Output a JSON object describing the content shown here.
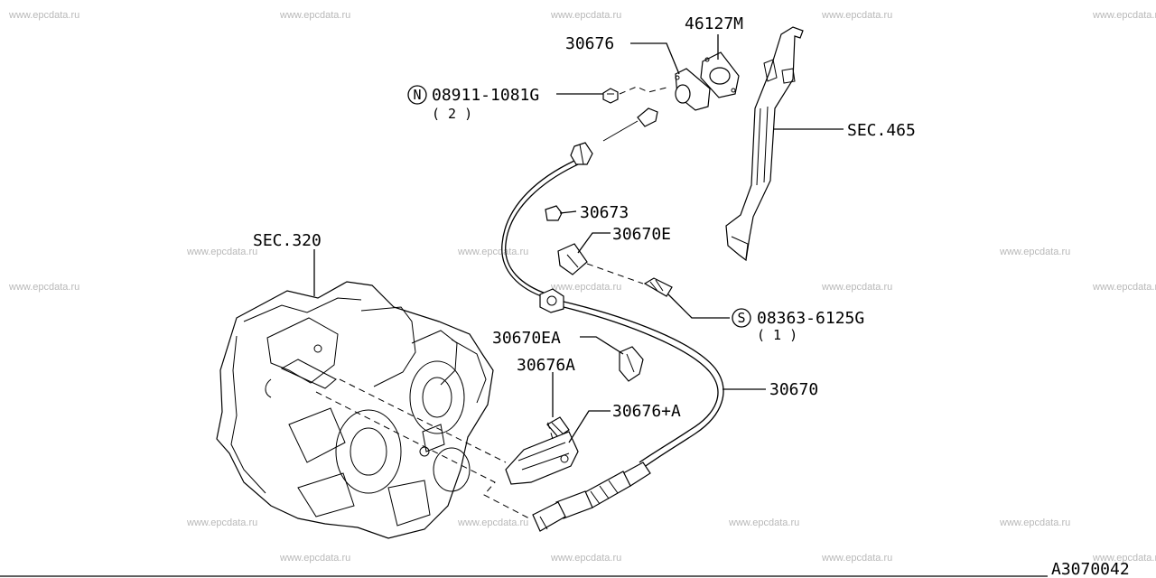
{
  "watermark_text": "www.epcdata.ru",
  "diagram_code": "A3070042",
  "labels": {
    "p46127M": "46127M",
    "p30676": "30676",
    "p08911": "08911-1081G",
    "p08911_qty": "( 2 )",
    "p08911_sym": "N",
    "sec465": "SEC.465",
    "p30673": "30673",
    "p30670E": "30670E",
    "sec320": "SEC.320",
    "p08363": "08363-6125G",
    "p08363_qty": "( 1 )",
    "p08363_sym": "S",
    "p30670EA": "30670EA",
    "p30676A": "30676A",
    "p30670": "30670",
    "p30676pA": "30676+A"
  }
}
